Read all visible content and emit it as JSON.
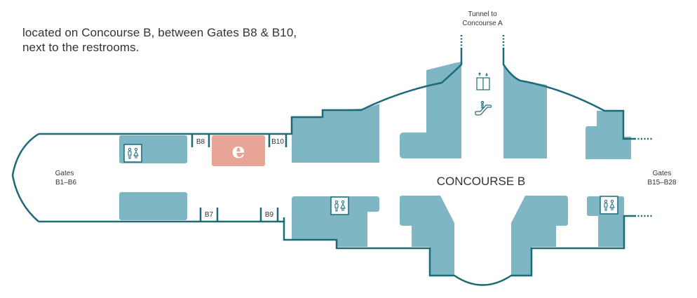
{
  "intro": {
    "line1": "located on Concourse B, between Gates B8 & B10,",
    "line2": "next to the restrooms."
  },
  "map": {
    "title": "CONCOURSE B",
    "tunnel_label_line1": "Tunnel to",
    "tunnel_label_line2": "Concourse A",
    "west_gates_line1": "Gates",
    "west_gates_line2": "B1–B6",
    "east_gates_line1": "Gates",
    "east_gates_line2": "B15–B28",
    "gates": {
      "b7": "B7",
      "b8": "B8",
      "b9": "B9",
      "b10": "B10"
    },
    "highlight_marker": "e",
    "icons": [
      "restroom-icon",
      "elevator-icon",
      "escalator-icon"
    ],
    "colors": {
      "wall": "#1b6a78",
      "block": "#7fb6c3",
      "highlight": "#e8a494",
      "text": "#333333"
    }
  }
}
